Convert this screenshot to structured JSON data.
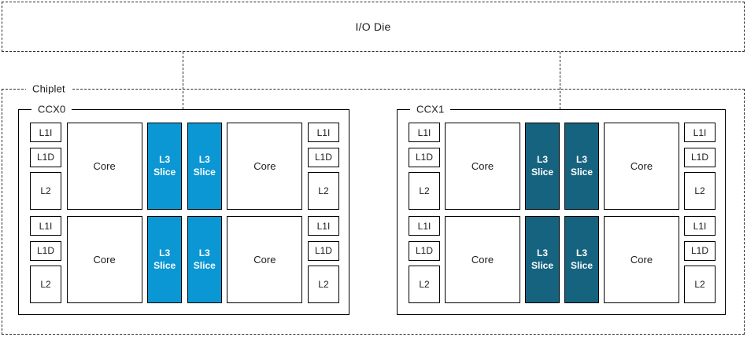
{
  "io_die": {
    "label": "I/O Die"
  },
  "chiplet": {
    "label": "Chiplet"
  },
  "colors": {
    "box_border": "#000000",
    "dashed_border": "#2b2b2b",
    "ccx0_l3": "#0b97d3",
    "ccx1_l3": "#15637f",
    "l3_text": "#ffffff"
  },
  "ccx": [
    {
      "label": "CCX0",
      "l3_color": "#0b97d3",
      "core_label": "Core",
      "l3_label": "L3 Slice",
      "cache_labels": [
        "L1I",
        "L1D",
        "L2"
      ]
    },
    {
      "label": "CCX1",
      "l3_color": "#15637f",
      "core_label": "Core",
      "l3_label": "L3 Slice",
      "cache_labels": [
        "L1I",
        "L1D",
        "L2"
      ]
    }
  ]
}
